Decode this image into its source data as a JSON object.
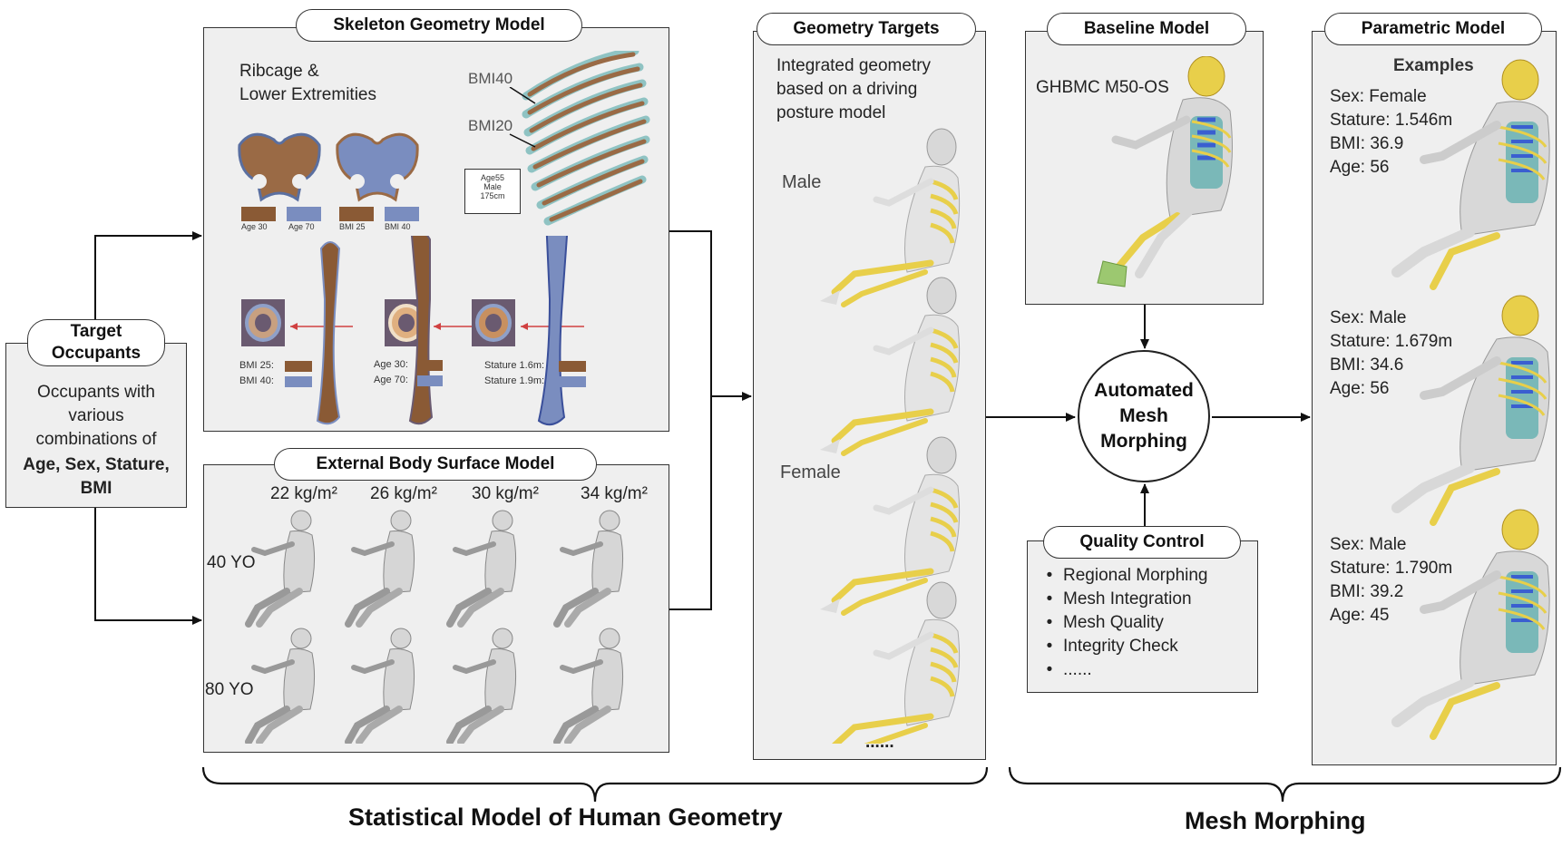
{
  "target": {
    "title": "Target\nOccupants",
    "line1": "Occupants with",
    "line2": "various",
    "line3": "combinations of",
    "line4": "Age, Sex, Stature,",
    "line5": "BMI"
  },
  "skeleton": {
    "title": "Skeleton Geometry Model",
    "ribcage_line1": "Ribcage &",
    "ribcage_line2": "Lower Extremities",
    "bmi40": "BMI40",
    "bmi20": "BMI20",
    "box_line1": "Age55",
    "box_line2": "Male",
    "box_line3": "175cm",
    "pelvis_labels": [
      "Age 30",
      "Age 70",
      "BMI 25",
      "BMI 40"
    ],
    "femur1_a": "BMI 25:",
    "femur1_b": "BMI 40:",
    "femur2_a": "Age 30:",
    "femur2_b": "Age 70:",
    "femur3_a": "Stature 1.6m:",
    "femur3_b": "Stature 1.9m:"
  },
  "external": {
    "title": "External Body Surface Model",
    "columns": [
      "22 kg/m²",
      "26 kg/m²",
      "30 kg/m²",
      "34 kg/m²"
    ],
    "rows": [
      "40 YO",
      "80 YO"
    ]
  },
  "geometry": {
    "title": "Geometry Targets",
    "line1": "Integrated geometry",
    "line2": "based on a driving",
    "line3": "posture model",
    "male": "Male",
    "female": "Female",
    "more": "......"
  },
  "baseline": {
    "title": "Baseline Model",
    "label": "GHBMC M50-OS"
  },
  "center": {
    "line1": "Automated",
    "line2": "Mesh",
    "line3": "Morphing"
  },
  "quality": {
    "title": "Quality Control",
    "items": [
      "Regional Morphing",
      "Mesh Integration",
      "Mesh Quality",
      "Integrity Check",
      "......"
    ]
  },
  "parametric": {
    "title": "Parametric Model",
    "examples": "Examples",
    "ex1": [
      "Sex: Female",
      "Stature: 1.546m",
      "BMI: 36.9",
      "Age: 56"
    ],
    "ex2": [
      "Sex: Male",
      "Stature: 1.679m",
      "BMI: 34.6",
      "Age: 56"
    ],
    "ex3": [
      "Sex: Male",
      "Stature: 1.790m",
      "BMI: 39.2",
      "Age: 45"
    ]
  },
  "footer": {
    "left": "Statistical Model of Human Geometry",
    "right": "Mesh Morphing"
  },
  "colors": {
    "brown": "#8a5a35",
    "blue": "#7a8dbf",
    "yellow": "#e8cf4a",
    "red_arrow": "#d04040",
    "panel": "#efefef"
  }
}
